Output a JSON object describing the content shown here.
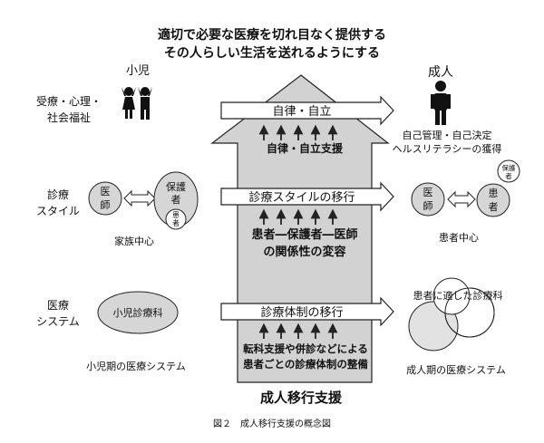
{
  "title": {
    "line1": "適切で必要な医療を切れ目なく提供する",
    "line2": "その人らしい生活を送れるようにする"
  },
  "columns": {
    "child": "小児",
    "adult": "成人"
  },
  "rows": {
    "care_social": "受療・心理・",
    "care_social_2": "社会福祉",
    "style_1": "診療",
    "style_2": "スタイル",
    "system_1": "医療",
    "system_2": "システム"
  },
  "arrows": {
    "autonomy": "自律・自立",
    "style_transition": "診療スタイルの移行",
    "system_transition": "診療体制の移行"
  },
  "center": {
    "autonomy_support": "自律・自立支援",
    "relationship_1": "患者―保護者―医師",
    "relationship_2": "の関係性の変容",
    "system_1": "転科支援や併診などによる",
    "system_2": "患者ごとの診療体制の整備",
    "bottom": "成人移行支援"
  },
  "child": {
    "doctor_1": "医",
    "doctor_2": "師",
    "guardian_1": "保護",
    "guardian_2": "者",
    "patient_1": "患",
    "patient_2": "者",
    "family_center": "家族中心",
    "pediatrics": "小児診療科",
    "pediatric_system": "小児期の医療システム"
  },
  "adult": {
    "self_mgmt_1": "自己管理・自己決定",
    "self_mgmt_2": "ヘルスリテラシーの獲得",
    "guardian_1": "保護",
    "guardian_2": "者",
    "doctor_1": "医",
    "doctor_2": "師",
    "patient_1": "患",
    "patient_2": "者",
    "patient_center": "患者中心",
    "suitable_dept": "患者に適した診療科",
    "adult_system": "成人期の医療システム"
  },
  "caption": "図２　成人移行支援の概念図",
  "colors": {
    "arrow_gray": "#d2d2d2",
    "circle_gray": "#d6d6d6",
    "line": "#222222"
  }
}
